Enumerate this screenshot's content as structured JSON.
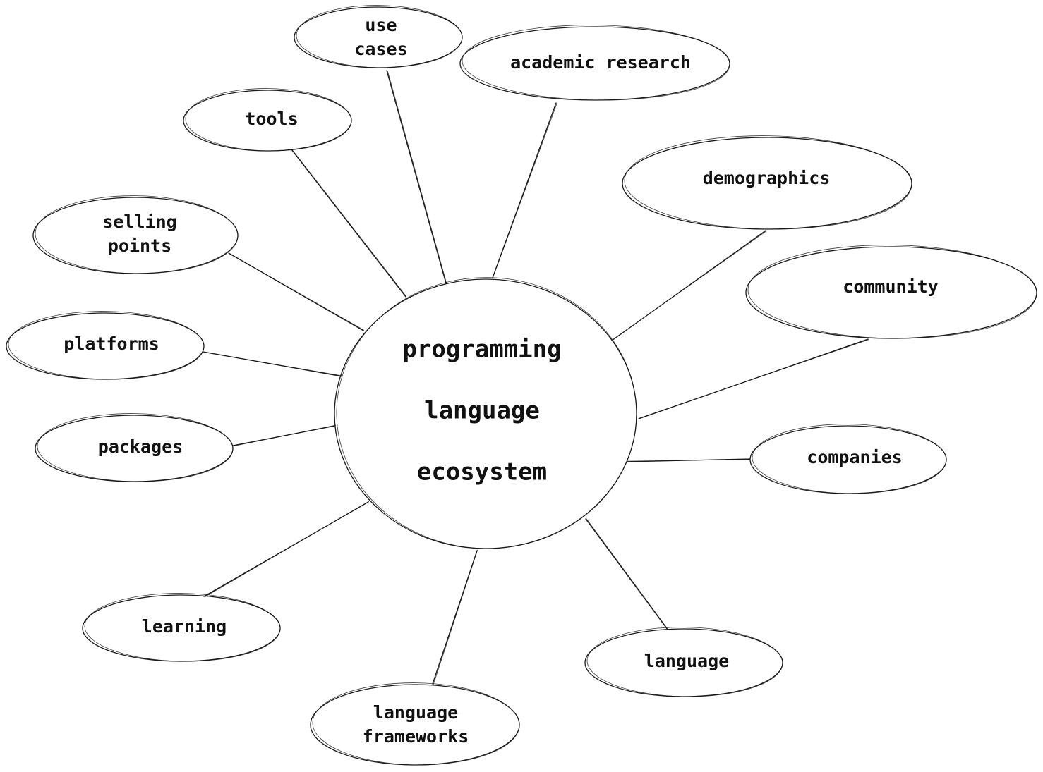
{
  "center": {
    "lines": [
      "programming",
      "language",
      "ecosystem"
    ]
  },
  "nodes": [
    {
      "id": "use-cases",
      "lines": [
        "use",
        "cases"
      ]
    },
    {
      "id": "academic-research",
      "lines": [
        "academic research"
      ]
    },
    {
      "id": "tools",
      "lines": [
        "tools"
      ]
    },
    {
      "id": "demographics",
      "lines": [
        "demographics"
      ]
    },
    {
      "id": "selling-points",
      "lines": [
        "selling",
        "points"
      ]
    },
    {
      "id": "community",
      "lines": [
        "community"
      ]
    },
    {
      "id": "platforms",
      "lines": [
        "platforms"
      ]
    },
    {
      "id": "packages",
      "lines": [
        "packages"
      ]
    },
    {
      "id": "companies",
      "lines": [
        "companies"
      ]
    },
    {
      "id": "learning",
      "lines": [
        "learning"
      ]
    },
    {
      "id": "language",
      "lines": [
        "language"
      ]
    },
    {
      "id": "language-frameworks",
      "lines": [
        "language",
        "frameworks"
      ]
    }
  ]
}
